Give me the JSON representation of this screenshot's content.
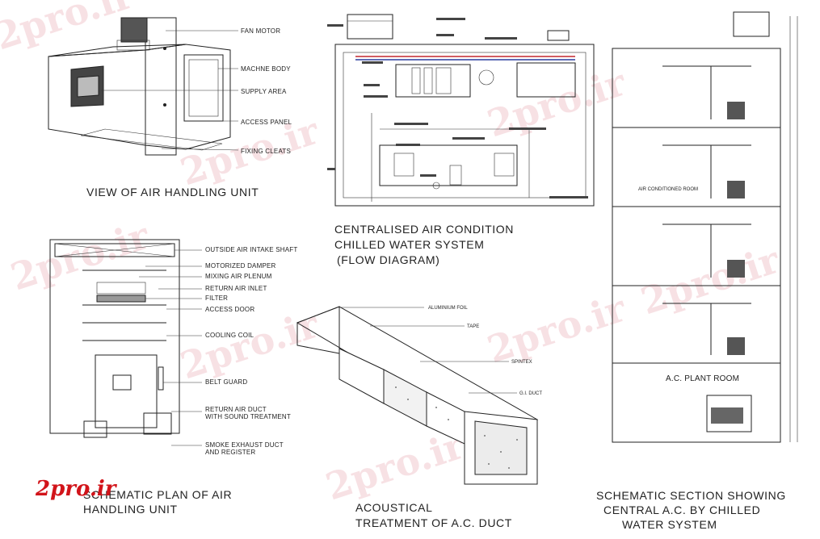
{
  "watermark": "2pro.ir",
  "logo": "2pro.ir",
  "ahu_view": {
    "title": "VIEW OF AIR HANDLING UNIT",
    "labels": [
      "FAN MOTOR",
      "MACHNE BODY",
      "SUPPLY AREA",
      "ACCESS PANEL",
      "FIXING CLEATS"
    ]
  },
  "flow_diagram": {
    "title_line1": "CENTRALISED AIR CONDITION",
    "title_line2": "CHILLED WATER SYSTEM",
    "title_line3": "(FLOW DIAGRAM)"
  },
  "section": {
    "room_label": "AIR CONDITIONED ROOM",
    "plant_room": "A.C. PLANT ROOM",
    "title_line1": "SCHEMATIC SECTION SHOWING",
    "title_line2": "CENTRAL A.C. BY CHILLED",
    "title_line3": "WATER SYSTEM"
  },
  "ahu_plan": {
    "labels": [
      "OUTSIDE AIR INTAKE SHAFT",
      "MOTORIZED DAMPER",
      "MIXING AIR PLENUM",
      "RETURN AIR INLET",
      "FILTER",
      "ACCESS DOOR",
      "COOLING COIL",
      "BELT GUARD",
      "RETURN AIR DUCT",
      "WITH SOUND TREATMENT",
      "SMOKE EXHAUST DUCT",
      "AND REGISTER"
    ],
    "title_line1": "SCHEMATIC PLAN OF AIR",
    "title_line2": "HANDLING UNIT"
  },
  "duct": {
    "labels": [
      "ALUMINIUM FOIL",
      "TAPE",
      "SPINTEX",
      "G.I. DUCT"
    ],
    "title_line1": "ACOUSTICAL",
    "title_line2": "TREATMENT OF A.C. DUCT"
  }
}
